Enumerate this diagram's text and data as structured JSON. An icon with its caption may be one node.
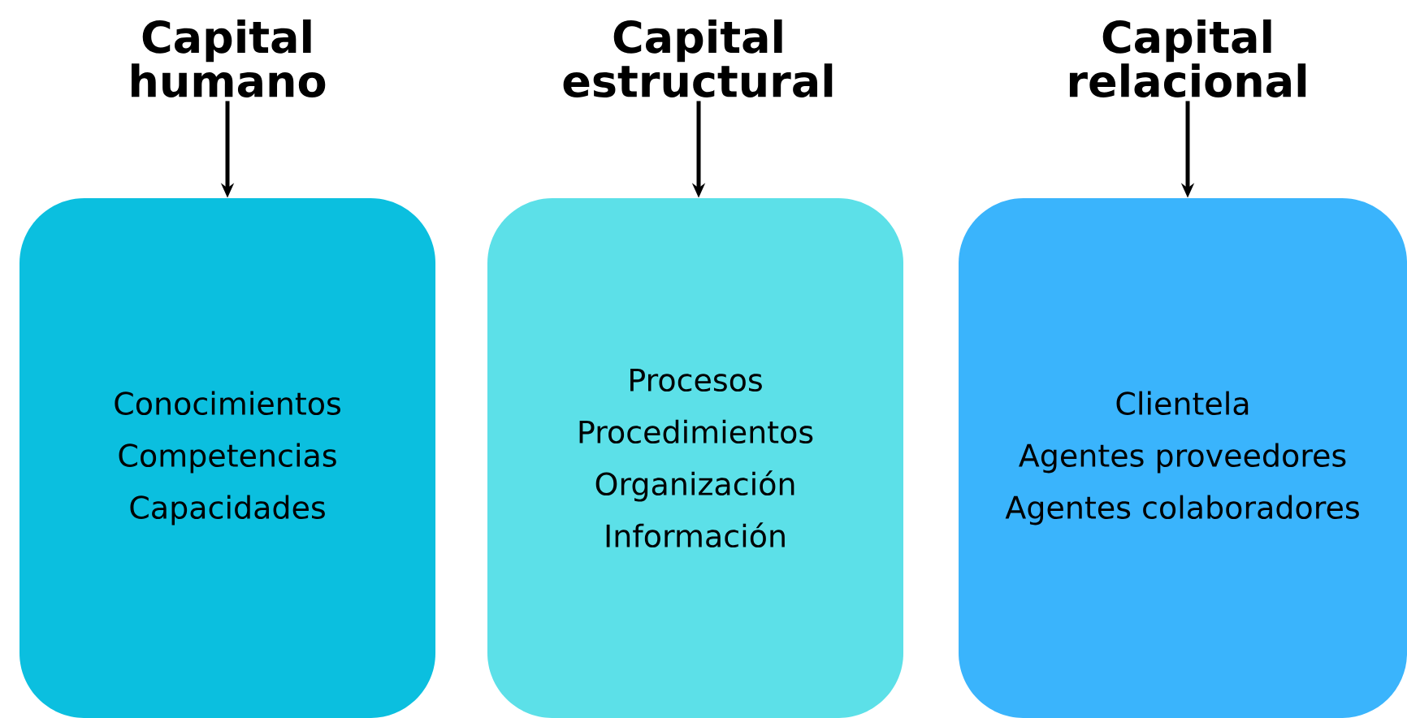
{
  "diagram": {
    "nodes": [
      {
        "text": [
          "Capital humano"
        ]
      },
      {
        "text": [
          "Conocimientos",
          "Competencias",
          "Capacidades"
        ]
      },
      {
        "text": [
          "Capital estructural"
        ]
      },
      {
        "text": [
          "Procesos",
          "Procedimientos",
          "Organización",
          "Información"
        ]
      },
      {
        "text": [
          "Capital relacional"
        ]
      },
      {
        "text": [
          "Clientela",
          "Agentes proveedores",
          "Agentes colaboradores"
        ]
      }
    ],
    "edges": [
      {
        "from": 0,
        "to": 1,
        "arrow": "to"
      },
      {
        "from": 2,
        "to": 3,
        "arrow": "to"
      },
      {
        "from": 4,
        "to": 5,
        "arrow": "to"
      }
    ]
  }
}
